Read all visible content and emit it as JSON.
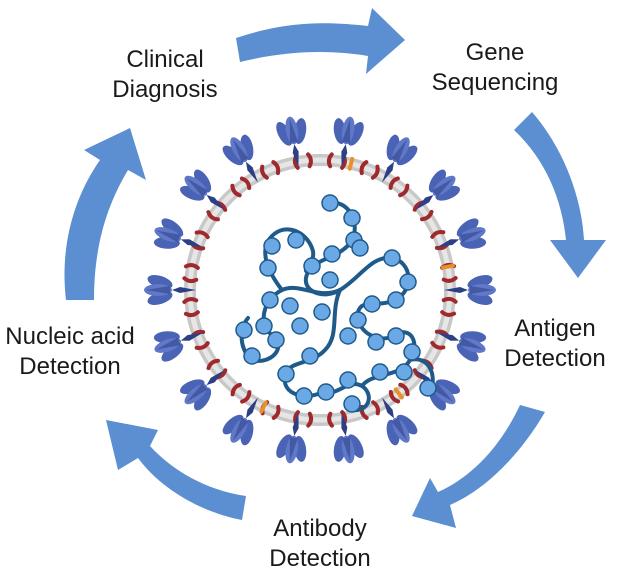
{
  "steps": {
    "clinical": {
      "line1": "Clinical",
      "line2": "Diagnosis"
    },
    "gene": {
      "line1": "Gene",
      "line2": "Sequencing"
    },
    "antigen": {
      "line1": "Antigen",
      "line2": "Detection"
    },
    "antibody": {
      "line1": "Antibody",
      "line2": "Detection"
    },
    "nucleic": {
      "line1": "Nucleic acid",
      "line2": "Detection"
    }
  },
  "colors": {
    "arrow": "#5b8fd1",
    "membrane": "#c8c8c8",
    "spike": "#4a63b5",
    "spike_dark": "#2d3f85",
    "m_protein": "#a0292b",
    "e_protein": "#e8902a",
    "rna": "#1e5a8a",
    "nucleocapsid": "#6aa9e6"
  }
}
